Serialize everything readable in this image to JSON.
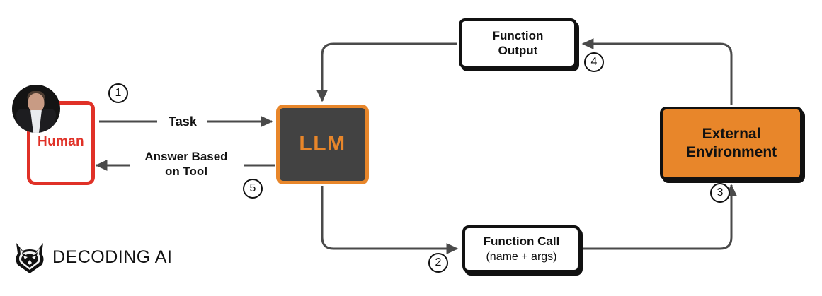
{
  "diagram": {
    "title": "LLM function-calling loop",
    "background": "#ffffff",
    "colors": {
      "accent_orange": "#e8862a",
      "human_red": "#e03127",
      "llm_fill": "#424242",
      "line_gray": "#4a4a4a",
      "ink_black": "#111111"
    }
  },
  "nodes": {
    "human": {
      "label": "Human",
      "avatar_alt": "human-avatar-photo"
    },
    "llm": {
      "label": "LLM"
    },
    "external_environment": {
      "line1": "External",
      "line2": "Environment"
    },
    "function_output": {
      "line1": "Function",
      "line2": "Output"
    },
    "function_call": {
      "title": "Function Call",
      "subtitle": "(name + args)"
    }
  },
  "edges": {
    "task": {
      "label": "Task",
      "from": "human",
      "to": "llm",
      "step": "1"
    },
    "function_call": {
      "label": "",
      "from": "llm",
      "to": "function_call",
      "step": "2"
    },
    "to_environment": {
      "label": "",
      "from": "function_call",
      "to": "external_environment",
      "step": "3"
    },
    "function_output": {
      "label": "",
      "from": "external_environment",
      "to": "function_output",
      "step": "4"
    },
    "answer": {
      "line1": "Answer Based",
      "line2": "on Tool",
      "from": "llm",
      "to": "human",
      "step": "5"
    }
  },
  "steps": {
    "one": "1",
    "two": "2",
    "three": "3",
    "four": "4",
    "five": "5"
  },
  "brand": {
    "name": "DECODING AI",
    "logo": "fox-head-logo"
  }
}
